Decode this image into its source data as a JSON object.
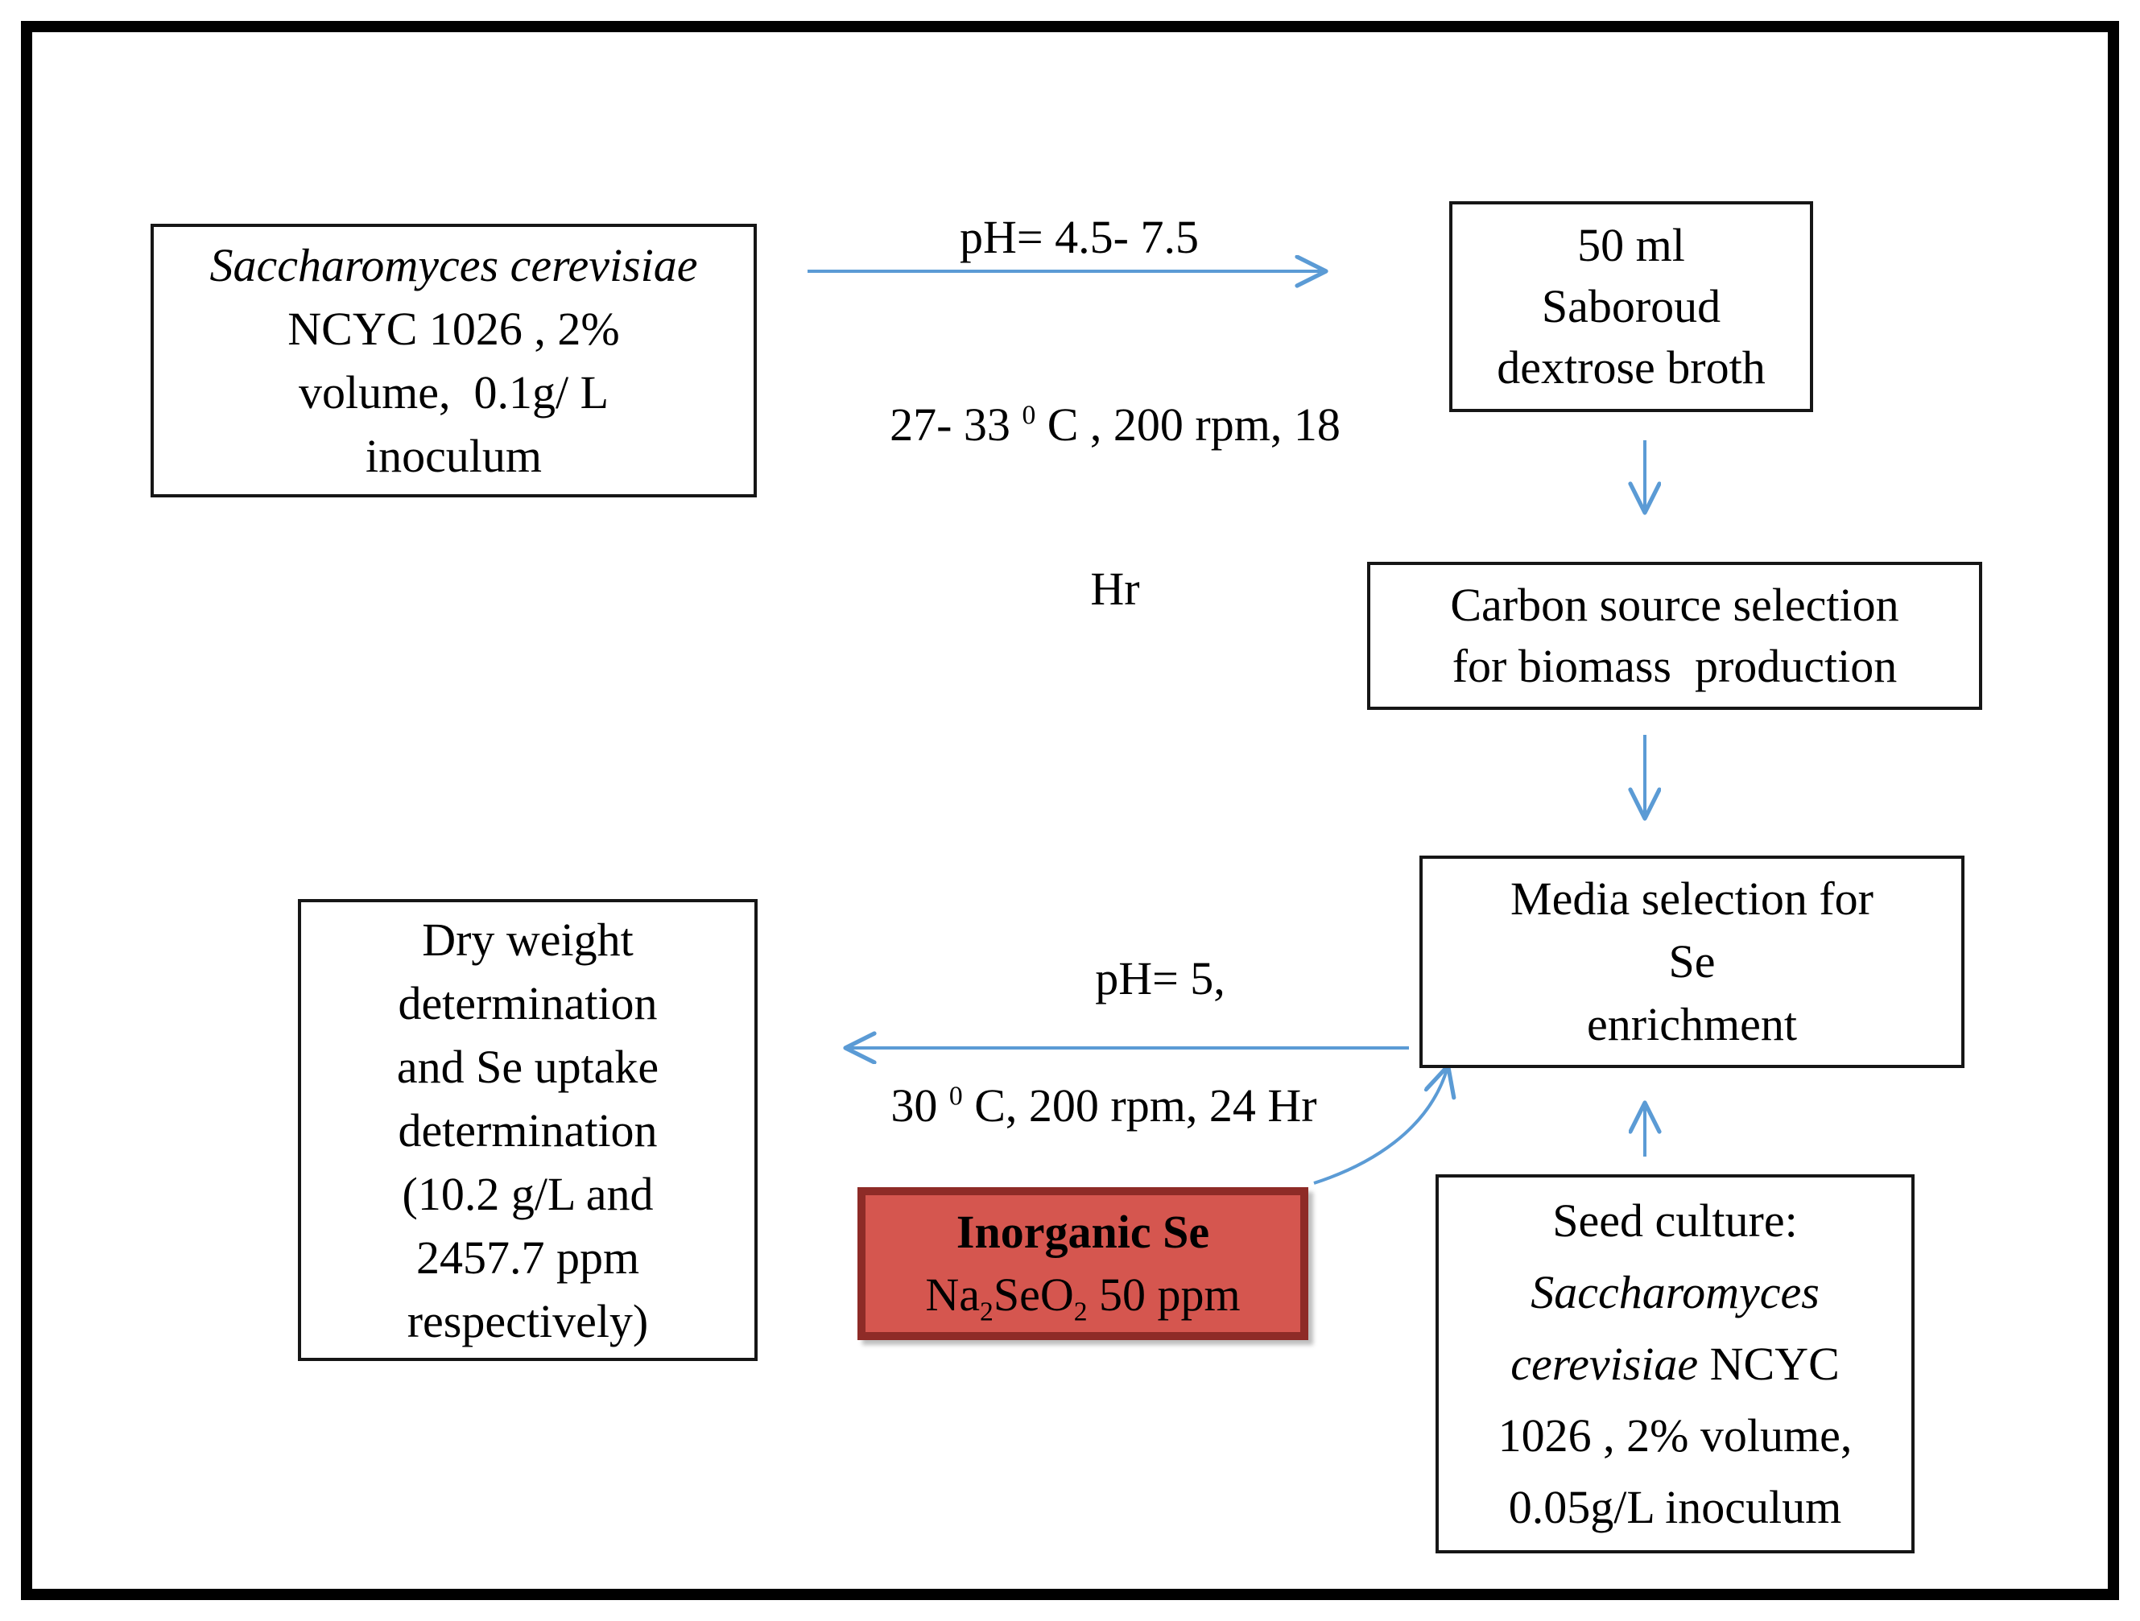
{
  "colors": {
    "arrow_blue": "#5B9BD5",
    "red_box_fill": "#D5564F",
    "red_box_border": "#8E2B27",
    "box_border": "#161616",
    "outer_border": "#000000"
  },
  "boxes": {
    "strain": {
      "l1": "Saccharomyces cerevisiae",
      "l2": "NCYC 1026 , 2%",
      "l3": "volume,  0.1g/ L",
      "l4": "inoculum"
    },
    "broth": {
      "l1": "50 ml",
      "l2": "Saboroud",
      "l3": "dextrose broth"
    },
    "carbon": {
      "l1": "Carbon source selection",
      "l2": "for biomass  production"
    },
    "media": {
      "l1": "Media selection for",
      "l2": "Se",
      "l3": "enrichment"
    },
    "dry": {
      "l1": "Dry weight",
      "l2": "determination",
      "l3": "and Se uptake",
      "l4": "determination",
      "l5": "(10.2 g/L and",
      "l6": "2457.7 ppm",
      "l7": "respectively)"
    },
    "seed": {
      "l1": "Seed culture:",
      "l2": "Saccharomyces",
      "l3_italic": "cerevisiae",
      "l3_rest": " NCYC",
      "l4": "1026 , 2% volume,",
      "l5": "0.05g/L inoculum"
    },
    "inorganic": {
      "l1": "Inorganic Se",
      "f1": "Na",
      "sub1": "2",
      "f2": "SeO",
      "sub2": "2",
      "f3": " 50 ppm"
    }
  },
  "labels": {
    "arrow1_top": "pH= 4.5- 7.5",
    "arrow1_b1a": "27- 33 ",
    "arrow1_sup": "0",
    "arrow1_b1b": " C , 200 rpm, 18",
    "arrow1_b2": "Hr",
    "arrow4_top": "pH= 5,",
    "arrow4_b1a": "30 ",
    "arrow4_sup": "0",
    "arrow4_b1b": " C, 200 rpm, 24 Hr"
  }
}
